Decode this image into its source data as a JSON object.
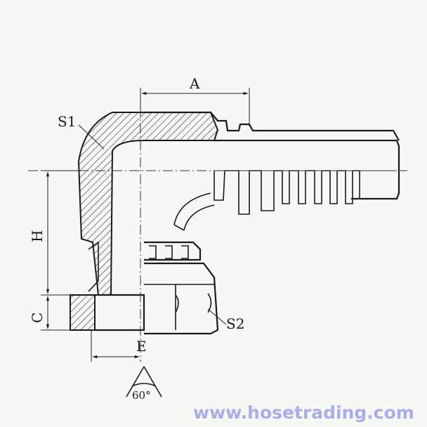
{
  "drawing": {
    "labels": {
      "dim_a": "A",
      "dim_h": "H",
      "dim_c": "C",
      "dim_e": "E",
      "s1": "S1",
      "s2": "S2",
      "cone_angle": "60°"
    },
    "watermark": "www.hosetrading.com",
    "colors": {
      "line": "#1a1a1a",
      "watermark": "#a9aee8",
      "background": "#f7f7f5"
    }
  }
}
